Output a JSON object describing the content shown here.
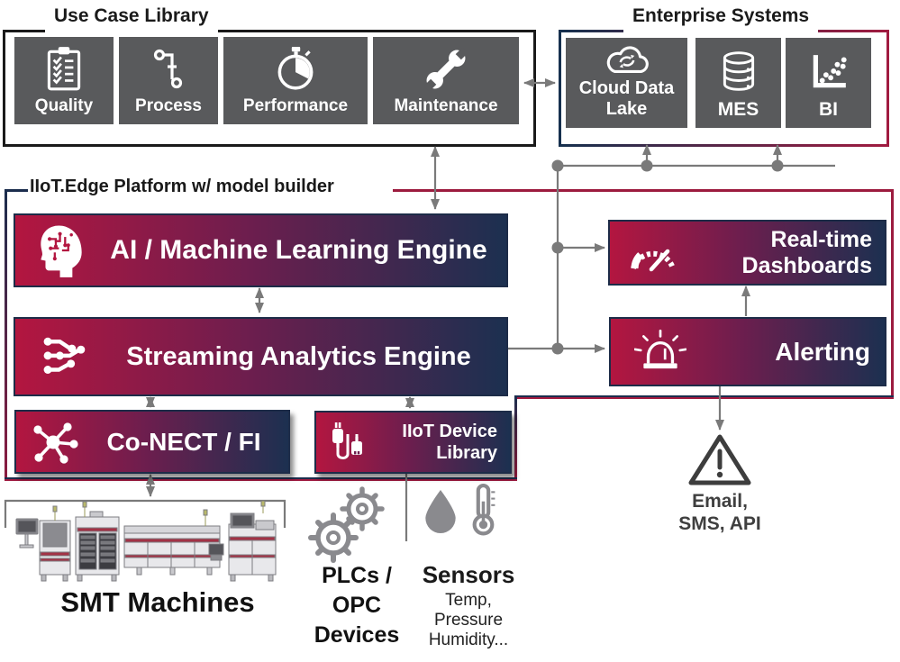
{
  "use_case_library": {
    "title": "Use Case Library",
    "items": [
      {
        "label": "Quality",
        "icon": "clipboard-checklist-icon"
      },
      {
        "label": "Process",
        "icon": "workflow-icon"
      },
      {
        "label": "Performance",
        "icon": "stopwatch-icon"
      },
      {
        "label": "Maintenance",
        "icon": "wrench-icon"
      }
    ]
  },
  "enterprise_systems": {
    "title": "Enterprise Systems",
    "items": [
      {
        "label": "Cloud Data Lake",
        "icon": "cloud-sync-icon"
      },
      {
        "label": "MES",
        "icon": "database-icon"
      },
      {
        "label": "BI",
        "icon": "scatter-chart-icon"
      }
    ]
  },
  "platform": {
    "title": "IIoT.Edge Platform w/ model builder",
    "ai_ml_engine": {
      "label": "AI / Machine Learning Engine",
      "icon": "ai-brain-head-icon"
    },
    "streaming_engine": {
      "label": "Streaming Analytics Engine",
      "icon": "circuit-nodes-icon"
    },
    "conect": {
      "label": "Co-NECT / FI",
      "icon": "hub-network-icon"
    },
    "device_library": {
      "line1": "IIoT Device",
      "line2": "Library",
      "icon": "usb-connector-icon"
    },
    "dashboards": {
      "line1": "Real-time",
      "line2": "Dashboards",
      "icon": "gauge-icon"
    },
    "alerting": {
      "label": "Alerting",
      "icon": "siren-icon"
    }
  },
  "field_level": {
    "smt": {
      "label": "SMT Machines",
      "icon": "smt-line-illustration"
    },
    "plc": {
      "line1": "PLCs /",
      "line2": "OPC",
      "line3": "Devices",
      "icon": "gears-icon"
    },
    "sensors": {
      "title": "Sensors",
      "sub1": "Temp,",
      "sub2": "Pressure",
      "sub3": "Humidity...",
      "icons": [
        "droplet-icon",
        "thermometer-icon"
      ]
    }
  },
  "notifications": {
    "line1": "Email,",
    "line2": "SMS, API",
    "icon": "warning-triangle-icon"
  },
  "colors": {
    "crimson": "#b31640",
    "navy": "#1c3050",
    "box_gray": "#595a5c",
    "line_gray": "#7a7a7a",
    "text_black": "#1a1a1a"
  }
}
